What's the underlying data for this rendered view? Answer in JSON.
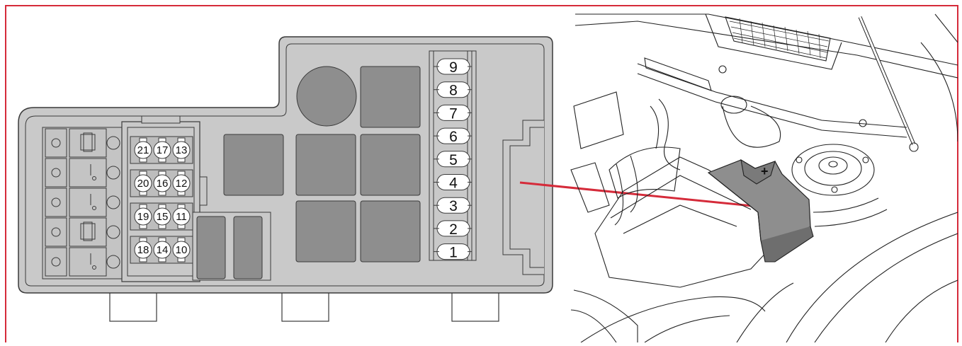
{
  "fuse_box": {
    "fuses_right_column": [
      "9",
      "8",
      "7",
      "6",
      "5",
      "4",
      "3",
      "2",
      "1"
    ],
    "fuses_left_grid": [
      [
        "21",
        "17",
        "13"
      ],
      [
        "20",
        "16",
        "12"
      ],
      [
        "19",
        "15",
        "11"
      ],
      [
        "18",
        "14",
        "10"
      ]
    ]
  },
  "engine_bay": {
    "battery_terminal_symbol": "+"
  },
  "colors": {
    "frame_border": "#d52b3a",
    "leader_line": "#d52b3a",
    "box_fill": "#c9c9c9",
    "module_fill": "#8e8e8e",
    "inner_fill": "#bdbdbd",
    "outline": "#3a3a3a"
  }
}
